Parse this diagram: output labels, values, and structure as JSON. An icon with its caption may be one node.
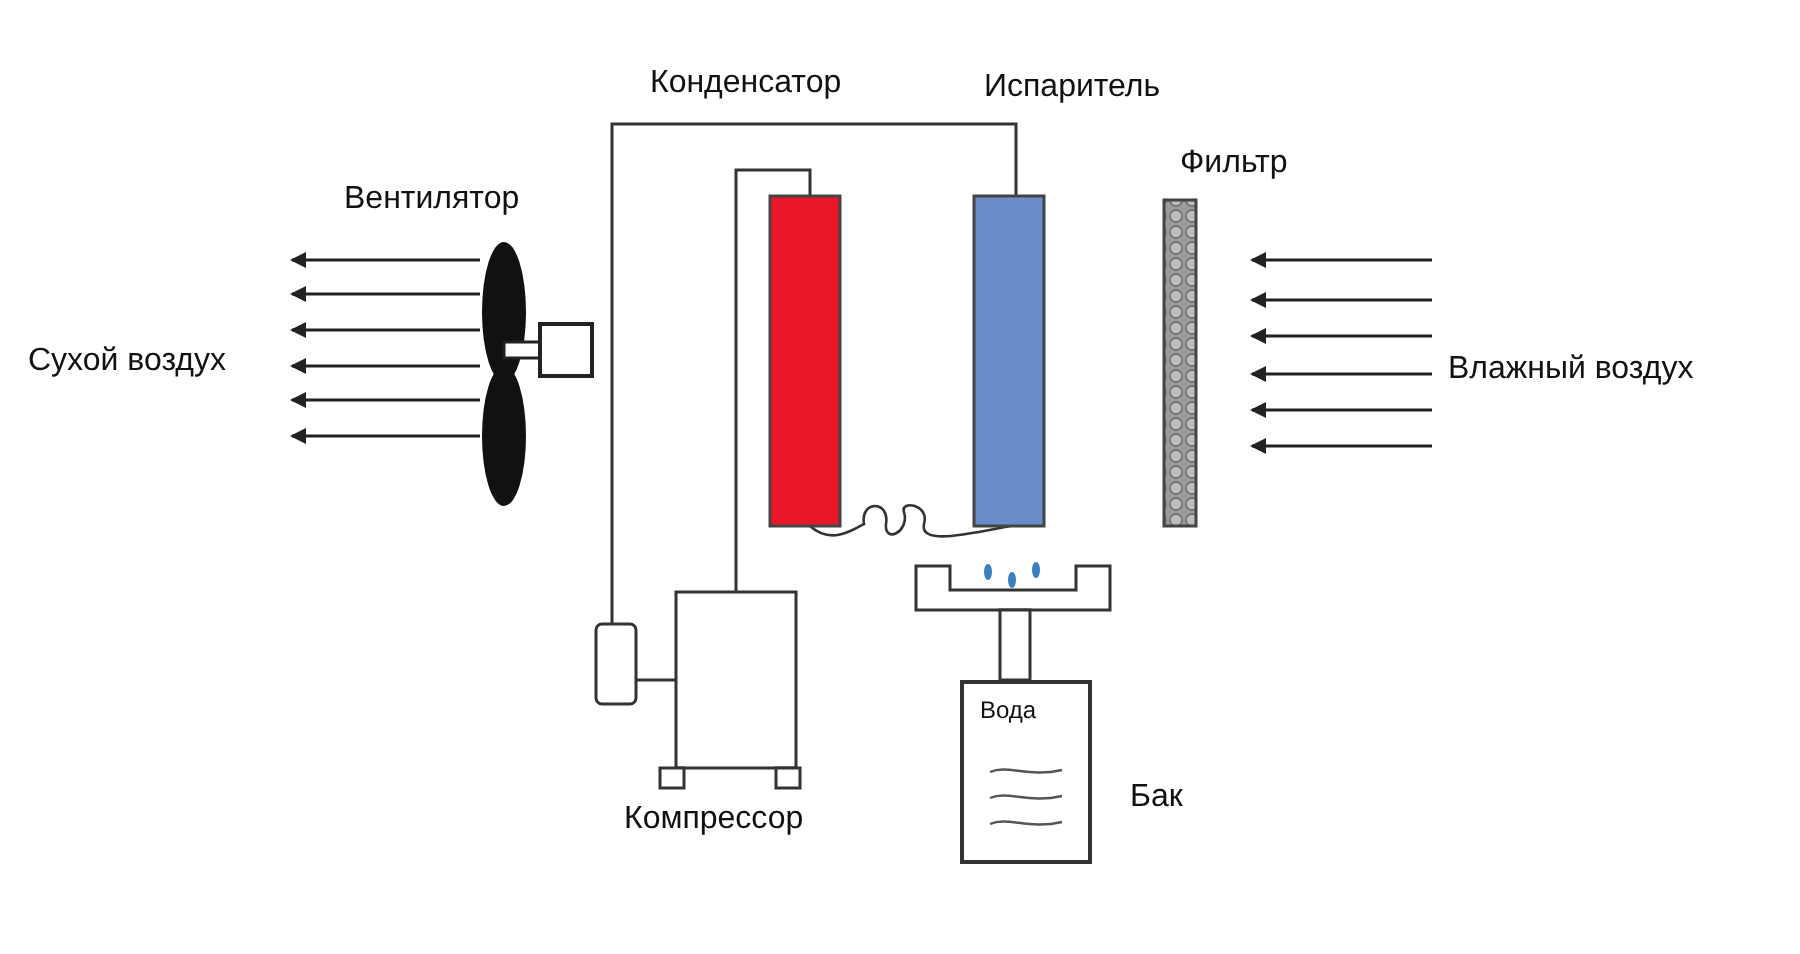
{
  "diagram": {
    "nodes": [
      {
        "text": [
          "Вода"
        ],
        "beside": [
          "Бак"
        ]
      }
    ],
    "edges": [],
    "labels": [
      "Конденсатор",
      "Испаритель",
      "Вентилятор",
      "Фильтр",
      "Сухой воздух",
      "Влажный воздух",
      "Компрессор"
    ]
  }
}
